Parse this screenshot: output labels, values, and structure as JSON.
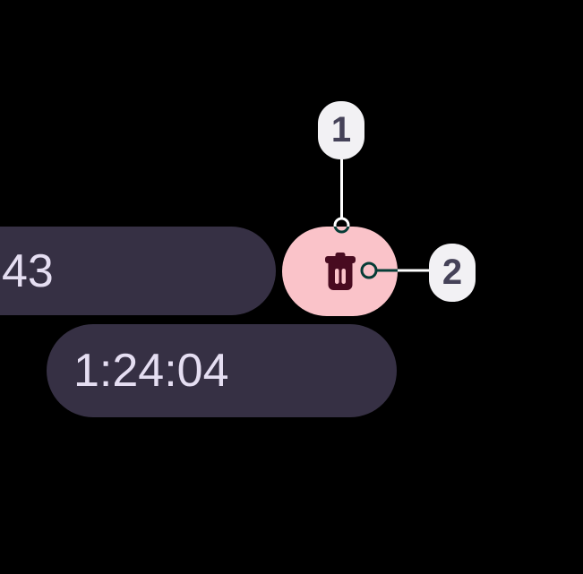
{
  "timer": {
    "partial_time": "43",
    "elapsed_time": "1:24:04"
  },
  "delete_button": {
    "icon": "trash-icon"
  },
  "callouts": [
    {
      "label": "1"
    },
    {
      "label": "2"
    }
  ],
  "colors": {
    "background": "#000000",
    "pill-bg": "#363044",
    "pill-text": "#e5def2",
    "delete-bg": "#fac3c9",
    "delete-icon": "#480b20",
    "callout-bg": "#f2f1f4",
    "callout-text": "#454258",
    "connector": "#ffffff"
  }
}
